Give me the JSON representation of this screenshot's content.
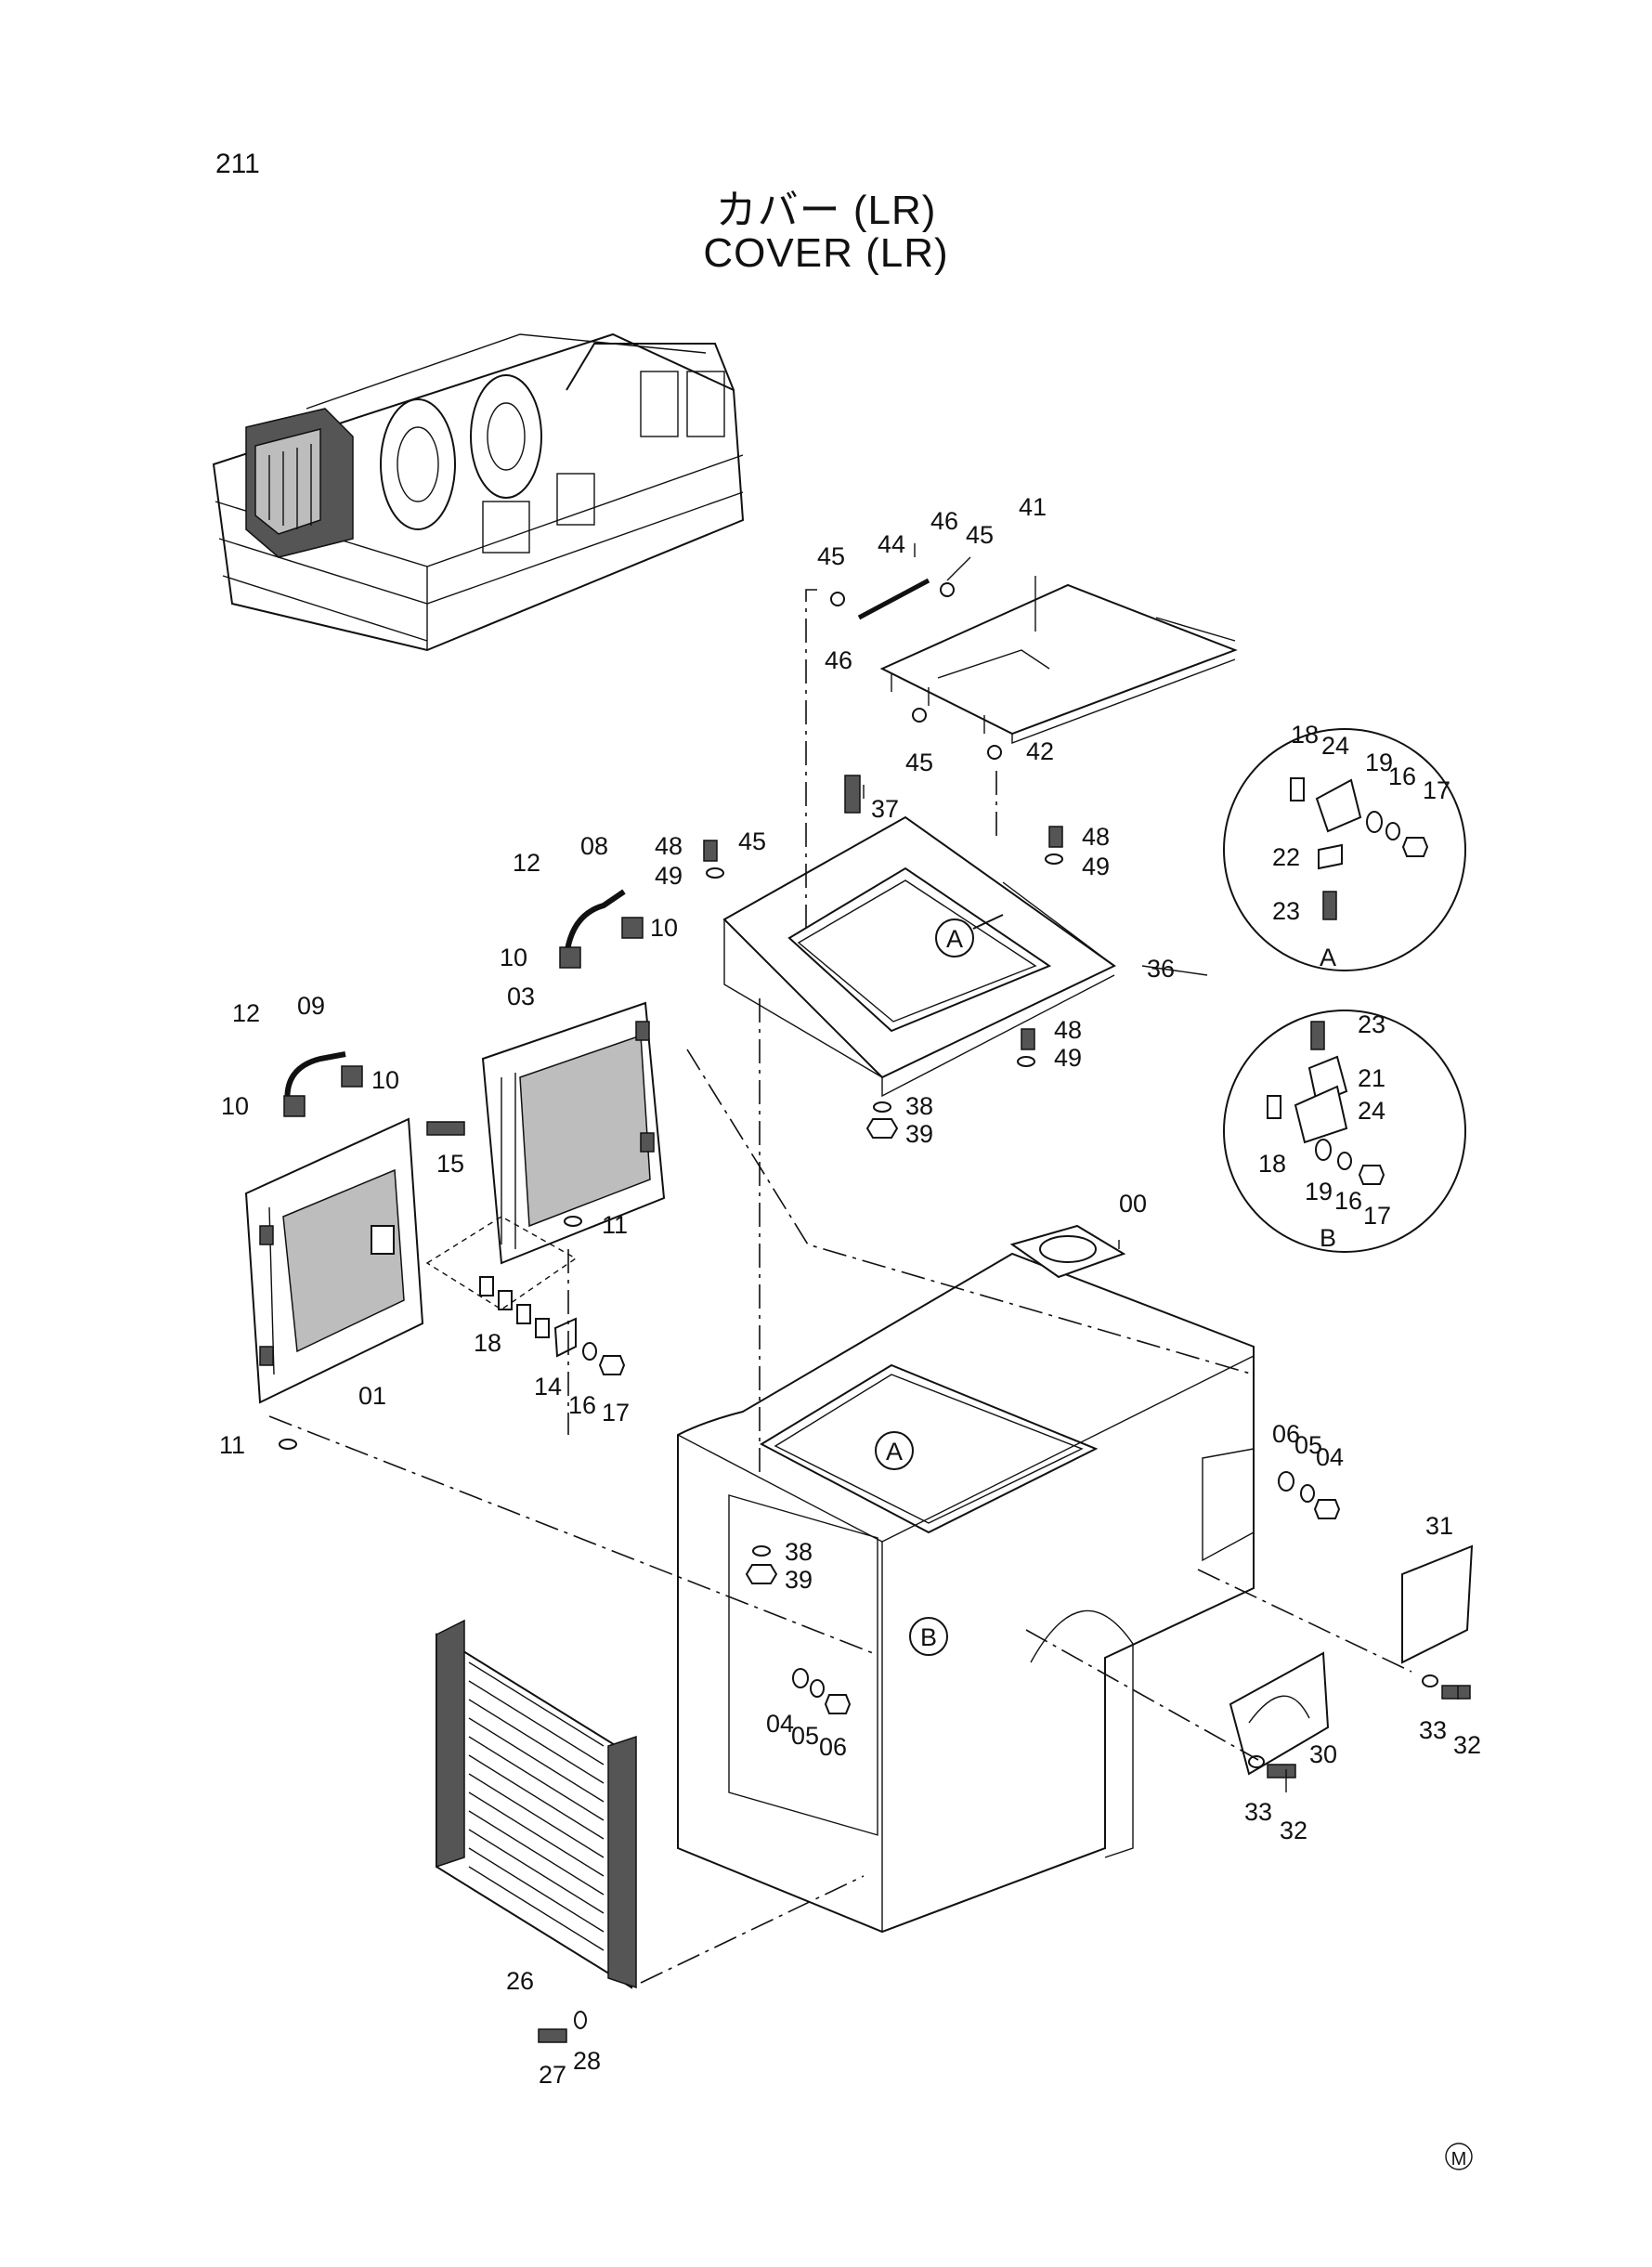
{
  "page_number": "211",
  "title": {
    "japanese": "カバー (LR)",
    "english": "COVER (LR)"
  },
  "manufacturer_mark": "M",
  "detail_views": [
    "A",
    "B"
  ],
  "callouts": {
    "c00": "00",
    "c01": "01",
    "c03": "03",
    "c04a": "04",
    "c05a": "05",
    "c06a": "06",
    "c04b": "04",
    "c05b": "05",
    "c06b": "06",
    "c08": "08",
    "c09": "09",
    "c10a": "10",
    "c10b": "10",
    "c10c": "10",
    "c10d": "10",
    "c11a": "11",
    "c11b": "11",
    "c12a": "12",
    "c12b": "12",
    "c14": "14",
    "c15": "15",
    "c16": "16",
    "c17": "17",
    "c18": "18",
    "c26": "26",
    "c27": "27",
    "c28": "28",
    "c30": "30",
    "c31": "31",
    "c32a": "32",
    "c33a": "33",
    "c32b": "32",
    "c33b": "33",
    "c36": "36",
    "c37": "37",
    "c38a": "38",
    "c39a": "39",
    "c38b": "38",
    "c39b": "39",
    "c41": "41",
    "c42": "42",
    "c44": "44",
    "c45a": "45",
    "c45b": "45",
    "c45c": "45",
    "c45d": "45",
    "c46a": "46",
    "c46b": "46",
    "c48a": "48",
    "c49a": "49",
    "c48b": "48",
    "c49b": "49",
    "c48c": "48",
    "c49c": "49",
    "dA18": "18",
    "dA24": "24",
    "dA19": "19",
    "dA16": "16",
    "dA17": "17",
    "dA22": "22",
    "dA23": "23",
    "dB23": "23",
    "dB21": "21",
    "dB24": "24",
    "dB18": "18",
    "dB19": "19",
    "dB16": "16",
    "dB17": "17"
  }
}
